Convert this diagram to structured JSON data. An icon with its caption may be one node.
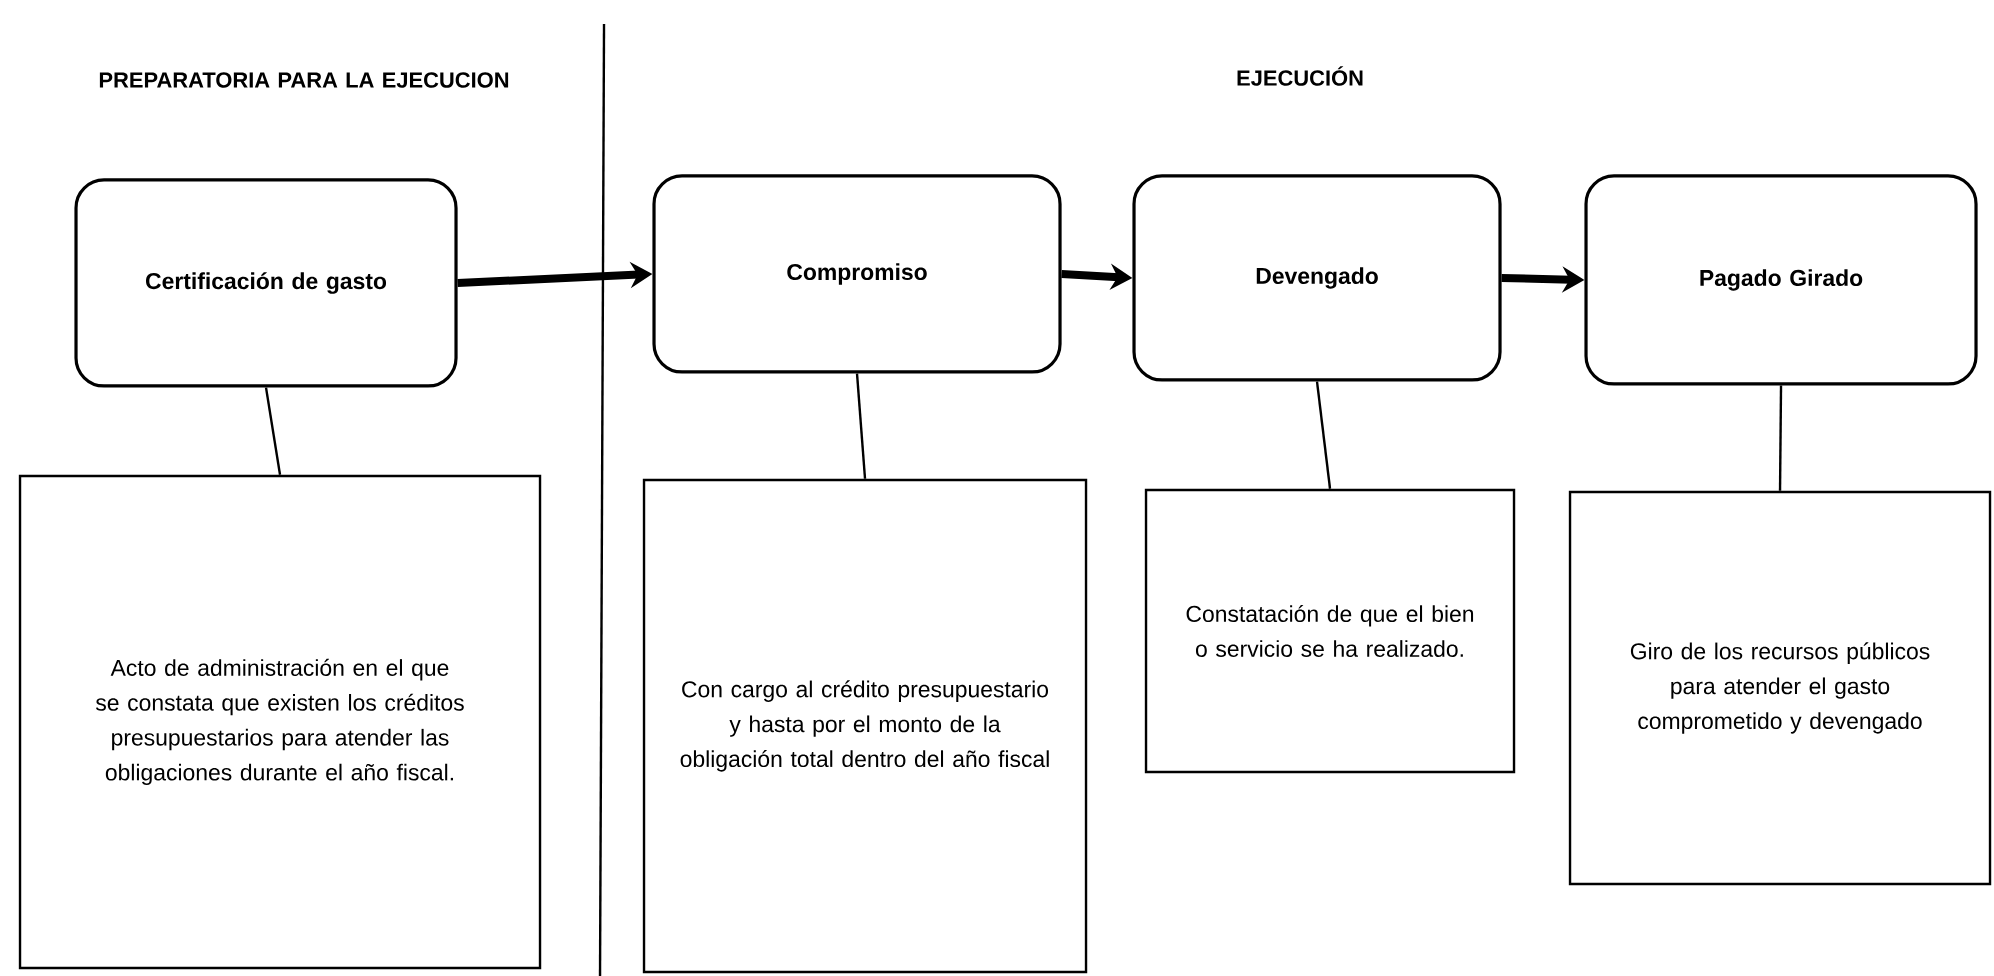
{
  "diagram": {
    "nodes": [
      {
        "text": [
          "Certificación de gasto"
        ]
      },
      {
        "text": [
          "Compromiso"
        ]
      },
      {
        "text": [
          "Devengado"
        ]
      },
      {
        "text": [
          "Pagado Girado"
        ]
      },
      {
        "text": [
          "Acto de administración en el que se constata que existen los créditos presupuestarios para atender las obligaciones durante el año fiscal."
        ]
      },
      {
        "text": [
          "Con cargo al crédito presupuestario y hasta por el monto de la obligación total dentro del año fiscal"
        ]
      },
      {
        "text": [
          "Constatación de que el bien o servicio se ha realizado."
        ]
      },
      {
        "text": [
          "Giro de los recursos públicos para atender el gasto comprometido y devengado"
        ]
      }
    ],
    "edges": [
      {
        "from": 0,
        "to": 1,
        "arrow": "to",
        "style": "thick"
      },
      {
        "from": 1,
        "to": 2,
        "arrow": "to",
        "style": "thick"
      },
      {
        "from": 2,
        "to": 3,
        "arrow": "to",
        "style": "thick"
      },
      {
        "from": 0,
        "to": 4,
        "arrow": "none"
      },
      {
        "from": 1,
        "to": 5,
        "arrow": "none"
      },
      {
        "from": 2,
        "to": 6,
        "arrow": "none"
      },
      {
        "from": 3,
        "to": 7,
        "arrow": "none"
      }
    ],
    "labels": [
      "PREPARATORIA PARA LA EJECUCION",
      "EJECUCIÓN"
    ]
  }
}
